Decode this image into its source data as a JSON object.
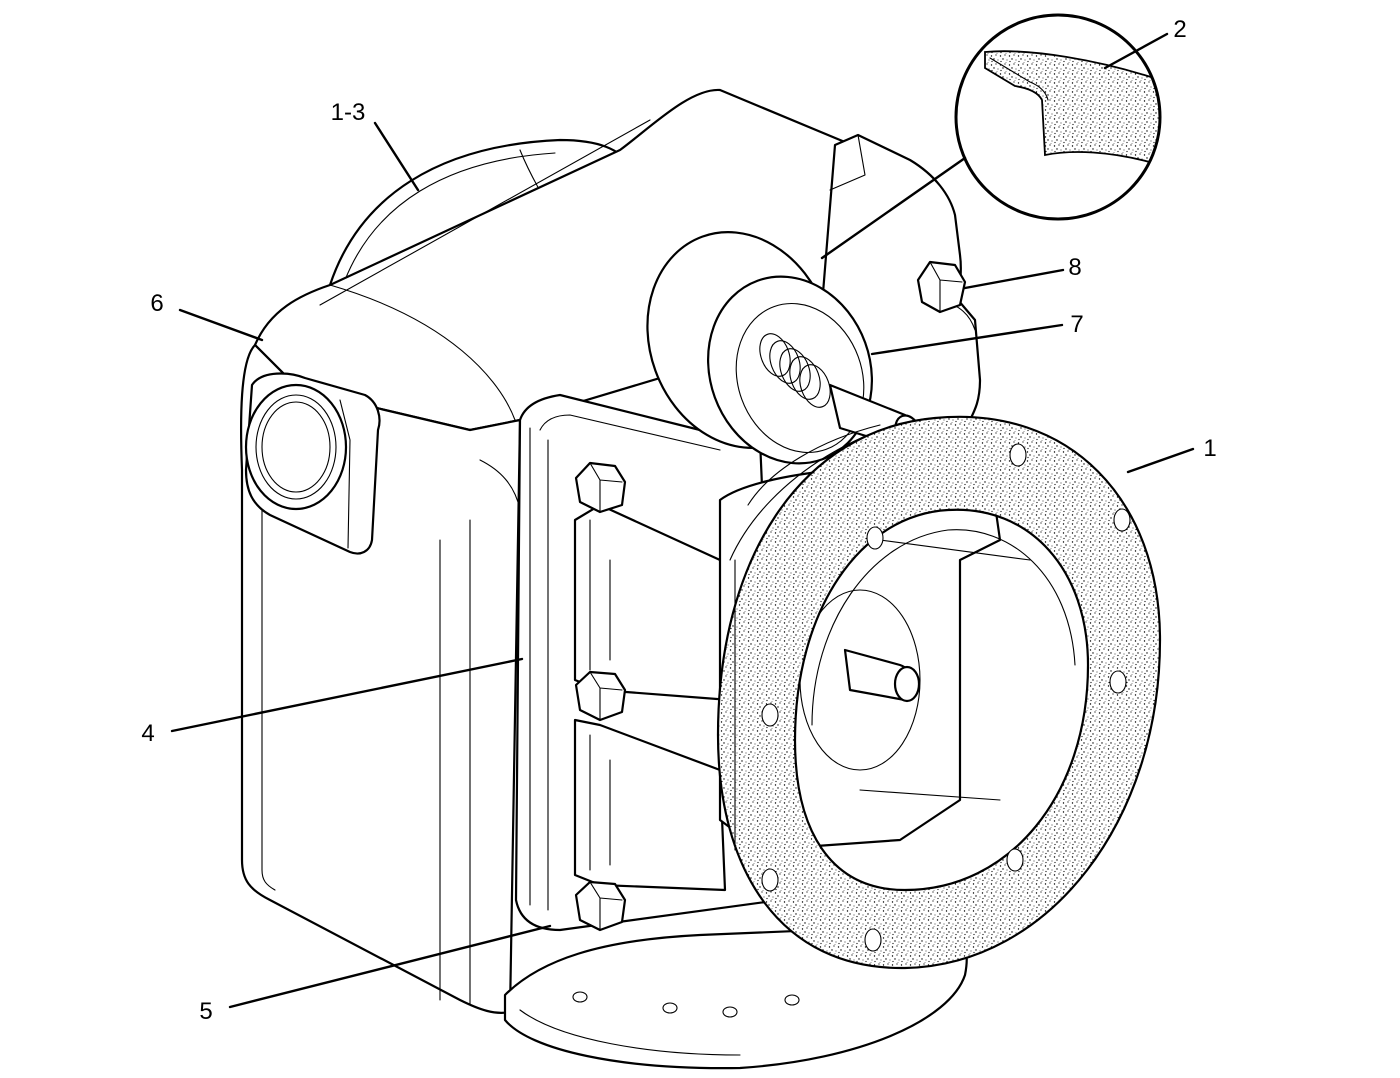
{
  "figure": {
    "callouts": {
      "c1": "1",
      "c2": "2",
      "c1_3": "1-3",
      "c4": "4",
      "c5": "5",
      "c6": "6",
      "c7": "7",
      "c8": "8"
    },
    "colors": {
      "line": "#000000",
      "background": "#ffffff",
      "gasket_speckle": "#000000"
    }
  }
}
